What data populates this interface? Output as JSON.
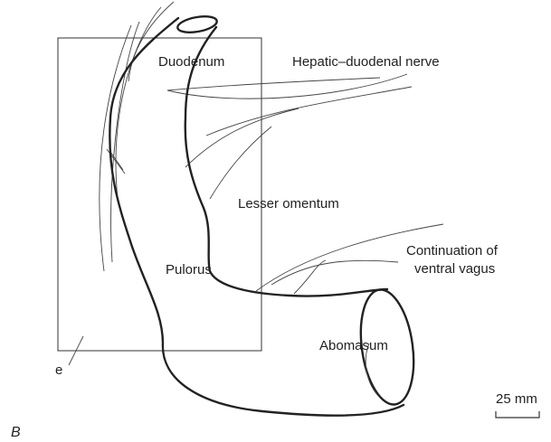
{
  "labels": {
    "duodenum": "Duodenum",
    "hepatic_nerve": "Hepatic–duodenal nerve",
    "lesser_omentum": "Lesser omentum",
    "continuation_line1": "Continuation of",
    "continuation_line2": "ventral vagus",
    "pylorus": "Pulorus",
    "abomasum": "Abomasum",
    "e_marker": "e",
    "scale": "25 mm",
    "panel": "B"
  }
}
